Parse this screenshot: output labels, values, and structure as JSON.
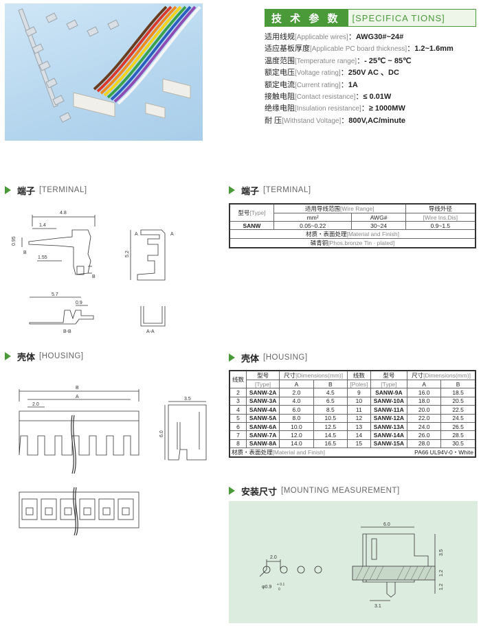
{
  "specs": {
    "header_cn": "技 术 参 数",
    "header_en": "[SPECIFICA    TIONS]",
    "rows": [
      {
        "cn": "适用线规",
        "en": "[Applicable wires]",
        "val": "AWG30#~24#"
      },
      {
        "cn": "适应基板厚度",
        "en": "[Applicable PC board thickness]",
        "val": "1.2~1.6mm"
      },
      {
        "cn": "温度范围",
        "en": "[Temperature range]",
        "val": "- 25℃ ~ 85℃"
      },
      {
        "cn": "额定电压",
        "en": "[Voltage rating]",
        "val": "250V  AC 、DC"
      },
      {
        "cn": "额定电流",
        "en": "[Current rating]",
        "val": "1A"
      },
      {
        "cn": "接触电阻",
        "en": "[Contact resistance]",
        "val": "≤ 0.01W"
      },
      {
        "cn": "绝缘电阻",
        "en": "[Insulation resistance]",
        "val": "≥ 1000MW"
      },
      {
        "cn": "耐      压",
        "en": "[Withstand Voltage]",
        "val": "800V,AC/minute"
      }
    ]
  },
  "sections": {
    "terminal_cn": "端子",
    "terminal_en": "[TERMINAL]",
    "housing_cn": "壳体",
    "housing_en": "[HOUSING]",
    "mounting_cn": "安装尺寸",
    "mounting_en": "[MOUNTING MEASUREMENT]"
  },
  "terminal_table": {
    "h_type_cn": "型号",
    "h_type_en": "[Type]",
    "h_range_cn": "适用导线范围",
    "h_range_en": "[Wire Range]",
    "h_dia_cn": "导线外径",
    "h_dia_en": "[Wire Ins.Dis]",
    "h_mm2": "mm²",
    "h_awg": "AWG#",
    "type": "SANW",
    "mm2": "0.05~0.22",
    "awg": "30~24",
    "dia": "0.9~1.5",
    "material_cn": "材质・表面处理",
    "material_en": "[Material and Finish]",
    "finish_cn": "磷青铜",
    "finish_en": "[Phos.bronze Tin · plated]"
  },
  "housing_table": {
    "h_poles_cn": "线数",
    "h_poles_en": "[Poles]",
    "h_type_cn": "型号",
    "h_type_en": "[Type]",
    "h_dim_cn": "尺寸",
    "h_dim_en": "[Dimensions(mm)]",
    "h_a": "A",
    "h_b": "B",
    "rows": [
      [
        "2",
        "SANW-2A",
        "2.0",
        "4.5",
        "9",
        "SANW-9A",
        "16.0",
        "18.5"
      ],
      [
        "3",
        "SANW-3A",
        "4.0",
        "6.5",
        "10",
        "SANW-10A",
        "18.0",
        "20.5"
      ],
      [
        "4",
        "SANW-4A",
        "6.0",
        "8.5",
        "11",
        "SANW-11A",
        "20.0",
        "22.5"
      ],
      [
        "5",
        "SANW-5A",
        "8.0",
        "10.5",
        "12",
        "SANW-12A",
        "22.0",
        "24.5"
      ],
      [
        "6",
        "SANW-6A",
        "10.0",
        "12.5",
        "13",
        "SANW-13A",
        "24.0",
        "26.5"
      ],
      [
        "7",
        "SANW-7A",
        "12.0",
        "14.5",
        "14",
        "SANW-14A",
        "26.0",
        "28.5"
      ],
      [
        "8",
        "SANW-8A",
        "14.0",
        "16.5",
        "15",
        "SANW-15A",
        "28.0",
        "30.5"
      ]
    ],
    "material_cn": "材质・表面处理",
    "material_en": "[Material and Finish]",
    "material_val": "PA66 UL94V-0・White"
  },
  "drawing_labels": {
    "t_4_8": "4.8",
    "t_1_4": "1.4",
    "t_0_95": "0.95",
    "t_1_55": "1.55",
    "t_b1": "B",
    "t_b2": "B",
    "t_a1": "A",
    "t_a2": "A",
    "t_5_2": "5.2",
    "t_5_7": "5.7",
    "t_0_9": "0.9",
    "t_bb": "B-B",
    "t_aa": "A-A",
    "h_b": "B",
    "h_a": "A",
    "h_2_0": "2.0",
    "h_3_5": "3.5",
    "h_6_0": "6.0",
    "m_2_0": "2.0",
    "m_d": "φ0.9",
    "m_tol_p": "+ 0.1",
    "m_tol_m": "0",
    "m_6_0": "6.0",
    "m_3_5": "3.5",
    "m_1_2a": "1.2",
    "m_1_2b": "1.2",
    "m_3_1": "3.1"
  },
  "colors": {
    "accent": "#4a9a3a",
    "photo_bg": "#b7d7ef",
    "mount_bg": "#dcecdf"
  }
}
